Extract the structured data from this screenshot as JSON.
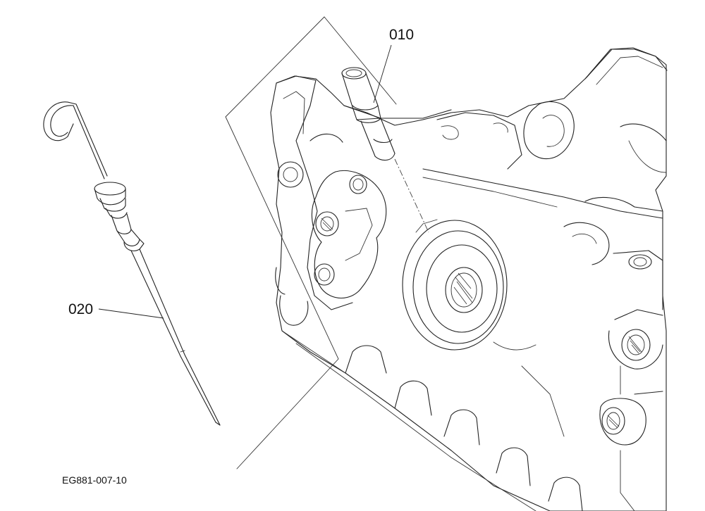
{
  "figure_code": "EG881-007-10",
  "parts": [
    {
      "ref": "010"
    },
    {
      "ref": "020"
    }
  ]
}
